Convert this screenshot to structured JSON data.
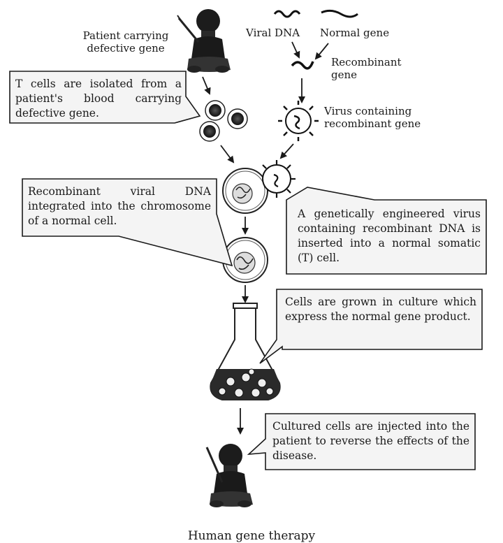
{
  "labels": {
    "patient": "Patient carrying defective gene",
    "viral_dna": "Viral DNA",
    "normal_gene": "Normal gene",
    "recombinant_gene": "Recombinant gene",
    "virus_containing": "Virus containing recombinant gene"
  },
  "callouts": {
    "t_cells": "T cells are isolated from a patient's blood carrying defective gene.",
    "recombinant_integrated": "Recombinant viral DNA integrated into the chromosome of a normal cell.",
    "engineered_virus": "A genetically engineered virus containing recombinant DNA is inserted into a normal somatic (T) cell.",
    "culture": "Cells are grown in culture which express the normal gene product.",
    "injected": "Cultured cells are injected into the patient to reverse the effects of the disease."
  },
  "caption": "Human gene therapy"
}
